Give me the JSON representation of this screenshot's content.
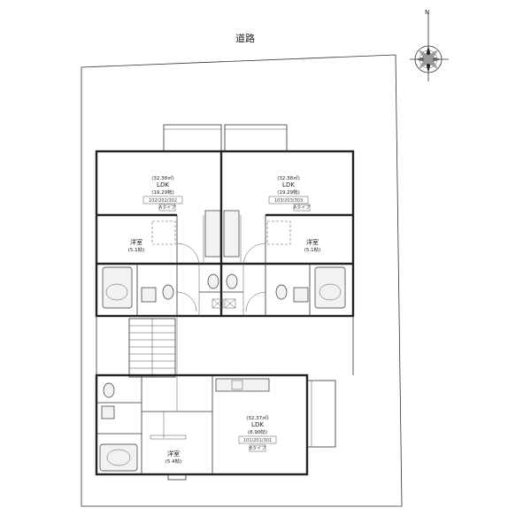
{
  "road_label": "道路",
  "north_mark": "N",
  "units": [
    {
      "room": "LDK",
      "area_m2": "(32.38㎡)",
      "area_jo": "(19.29帖)",
      "unit_nos": "102/202/302",
      "type": "Aタイプ"
    },
    {
      "room": "LDK",
      "area_m2": "(32.38㎡)",
      "area_jo": "(19.29帖)",
      "unit_nos": "103/203/303",
      "type": "Aタイプ"
    },
    {
      "room": "LDK",
      "area_m2": "(32.37㎡)",
      "area_jo": "(8.90帖)",
      "unit_nos": "101/201/301",
      "type": "Bタイプ"
    }
  ],
  "bedrooms": [
    {
      "room": "洋室",
      "size": "(5.1帖)"
    },
    {
      "room": "洋室",
      "size": "(5.1帖)"
    },
    {
      "room": "洋室",
      "size": "(5.4帖)"
    }
  ]
}
